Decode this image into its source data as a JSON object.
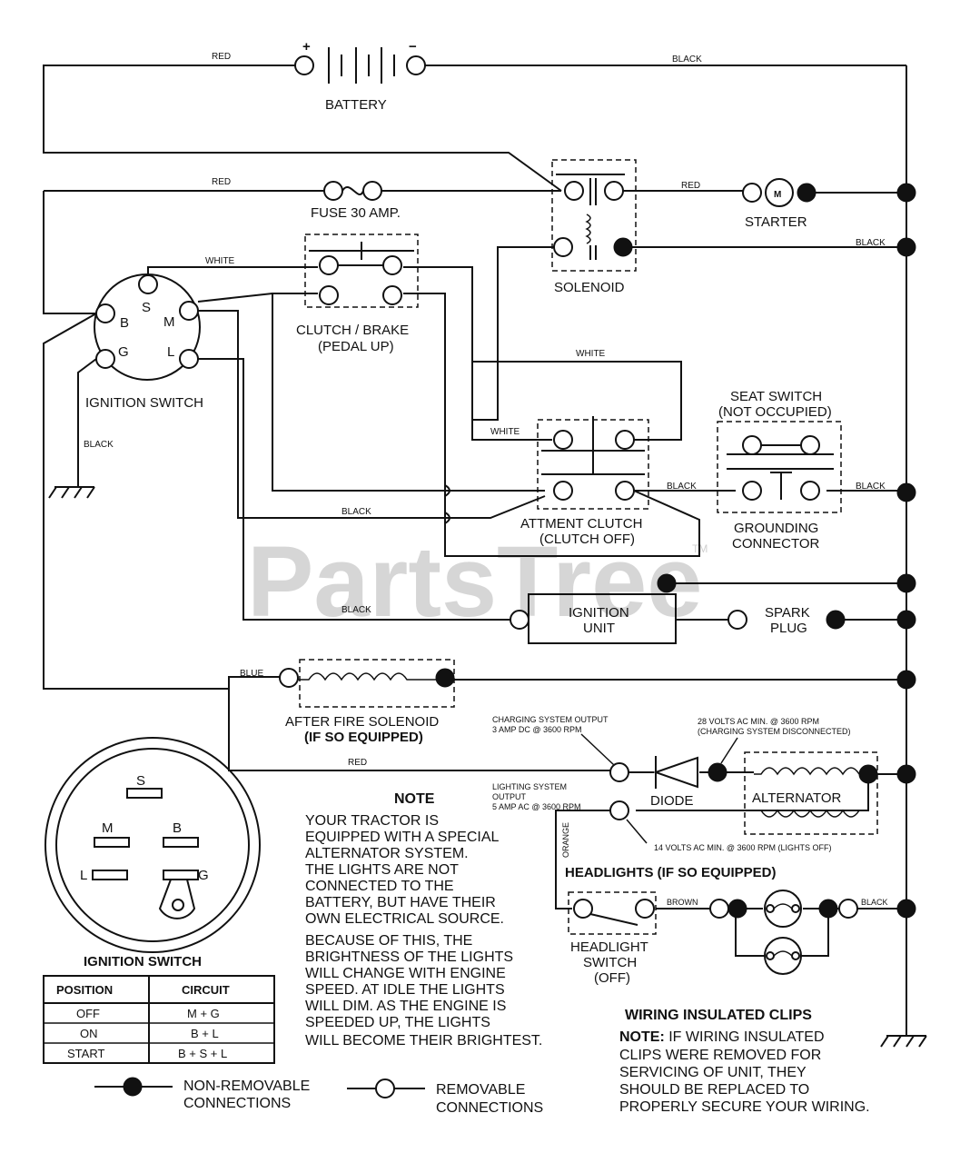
{
  "watermark": {
    "text": "PartsTree",
    "tm": "TM"
  },
  "labels": {
    "battery": "BATTERY",
    "fuse": "FUSE 30 AMP.",
    "starter": "STARTER",
    "starter_m": "M",
    "solenoid": "SOLENOID",
    "clutch_brake_1": "CLUTCH / BRAKE",
    "clutch_brake_2": "(PEDAL UP)",
    "ignition_switch": "IGNITION SWITCH",
    "seat_switch_1": "SEAT SWITCH",
    "seat_switch_2": "(NOT OCCUPIED)",
    "attment_1": "ATTMENT CLUTCH",
    "attment_2": "(CLUTCH OFF)",
    "grounding_1": "GROUNDING",
    "grounding_2": "CONNECTOR",
    "ignition_unit_1": "IGNITION",
    "ignition_unit_2": "UNIT",
    "spark_1": "SPARK",
    "spark_2": "PLUG",
    "after_fire_1": "AFTER FIRE SOLENOID",
    "after_fire_2": "(IF SO EQUIPPED)",
    "diode": "DIODE",
    "alternator": "ALTERNATOR",
    "headlights": "HEADLIGHTS (IF SO EQUIPPED)",
    "headlight_switch_1": "HEADLIGHT",
    "headlight_switch_2": "SWITCH",
    "headlight_switch_3": "(OFF)",
    "charging_1": "CHARGING SYSTEM OUTPUT",
    "charging_2": "3 AMP DC @ 3600 RPM",
    "lighting_1": "LIGHTING SYSTEM",
    "lighting_2": "OUTPUT",
    "lighting_3": "5 AMP AC @ 3600 RPM",
    "volts28_1": "28 VOLTS AC MIN. @ 3600 RPM",
    "volts28_2": "(CHARGING SYSTEM DISCONNECTED)",
    "volts14": "14 VOLTS AC MIN. @ 3600 RPM (LIGHTS OFF)",
    "term_b": "B",
    "term_s": "S",
    "term_m": "M",
    "term_g": "G",
    "term_l": "L",
    "plus": "+",
    "minus": "−"
  },
  "wire_labels": {
    "red_batt": "RED",
    "black_batt": "BLACK",
    "red_fuse": "RED",
    "red_starter": "RED",
    "black_sol": "BLACK",
    "white_top": "WHITE",
    "white_mid": "WHITE",
    "white_att": "WHITE",
    "black_att": "BLACK",
    "black_seat": "BLACK",
    "black_clutch": "BLACK",
    "black_ign": "BLACK",
    "black_ground": "BLACK",
    "blue": "BLUE",
    "red_charge": "RED",
    "orange": "ORANGE",
    "brown": "BROWN",
    "black_head": "BLACK"
  },
  "switch_detail": {
    "title": "IGNITION SWITCH",
    "terminals": {
      "s": "S",
      "m": "M",
      "b": "B",
      "l": "L",
      "g": "G"
    },
    "table": {
      "headers": [
        "POSITION",
        "CIRCUIT"
      ],
      "rows": [
        {
          "position": "OFF",
          "circuit": "M + G"
        },
        {
          "position": "ON",
          "circuit": "B + L"
        },
        {
          "position": "START",
          "circuit": "B + S + L"
        }
      ]
    }
  },
  "note": {
    "title": "NOTE",
    "lines": [
      "YOUR TRACTOR IS",
      "EQUIPPED WITH A SPECIAL",
      "ALTERNATOR SYSTEM.",
      "THE LIGHTS ARE NOT",
      "CONNECTED TO THE",
      "BATTERY, BUT HAVE THEIR",
      "OWN ELECTRICAL SOURCE.",
      "BECAUSE OF THIS, THE",
      "BRIGHTNESS OF THE LIGHTS",
      "WILL CHANGE WITH ENGINE",
      "SPEED.  AT IDLE THE LIGHTS",
      "WILL DIM.  AS THE ENGINE IS",
      "SPEEDED UP, THE LIGHTS",
      "WILL BECOME THEIR BRIGHTEST."
    ]
  },
  "clips": {
    "title": "WIRING INSULATED CLIPS",
    "note_prefix": "NOTE:",
    "lines": [
      " IF WIRING INSULATED",
      "CLIPS WERE REMOVED FOR",
      "SERVICING OF UNIT, THEY",
      "SHOULD BE REPLACED TO",
      "PROPERLY SECURE YOUR WIRING."
    ]
  },
  "legend": {
    "non_removable_1": "NON-REMOVABLE",
    "non_removable_2": "CONNECTIONS",
    "removable_1": "REMOVABLE",
    "removable_2": "CONNECTIONS"
  }
}
